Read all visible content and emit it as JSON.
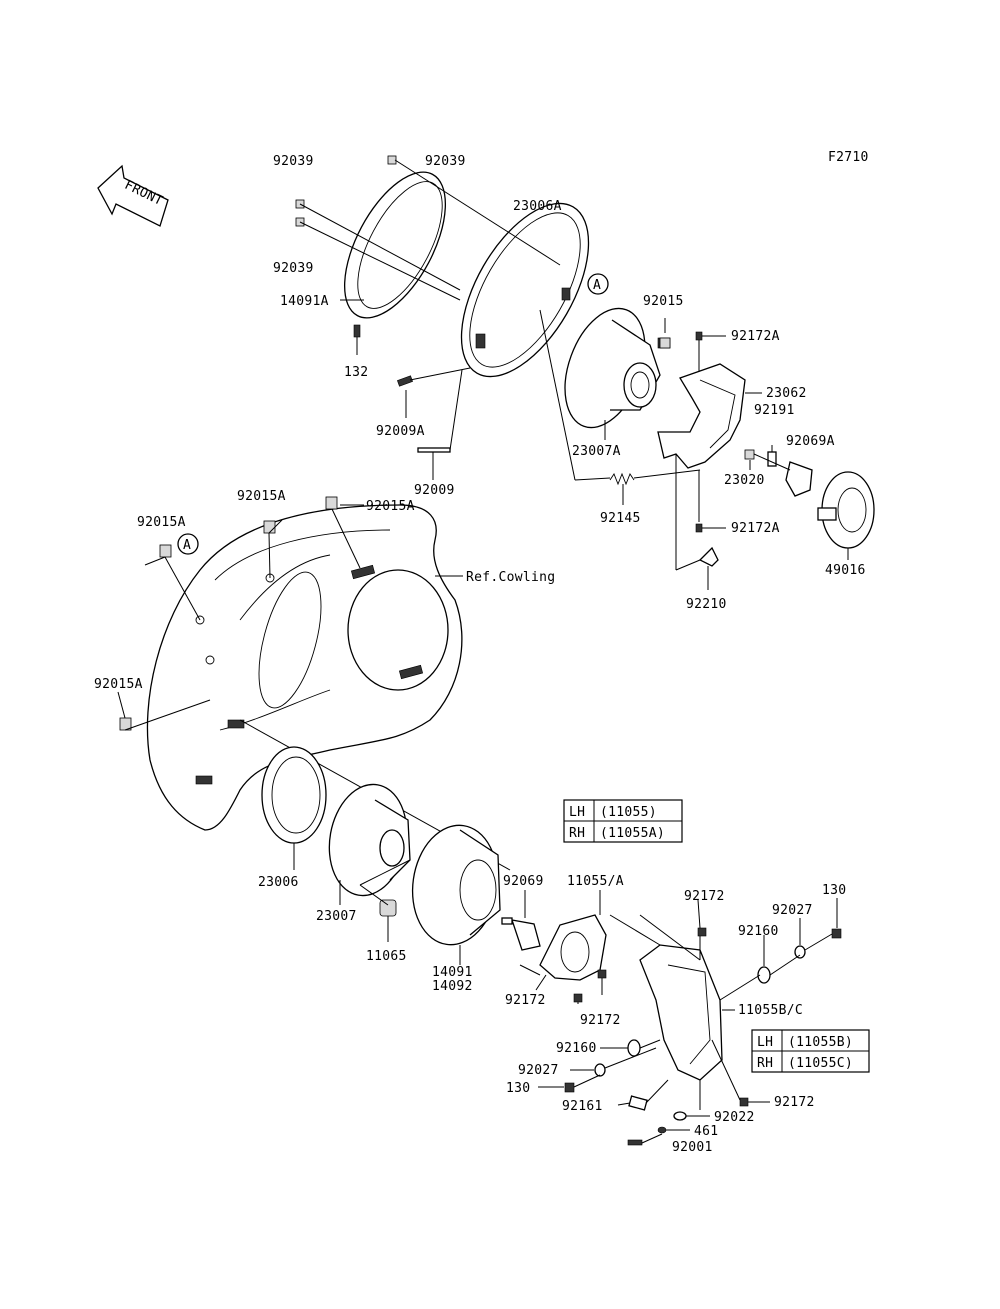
{
  "figure_code": "F2710",
  "front_arrow_text": "FRONT",
  "ref_marker": "A",
  "ref_cowling": "Ref.Cowling",
  "labels": {
    "l92039a": "92039",
    "l92039b": "92039",
    "l92039c": "92039",
    "l14091A": "14091A",
    "l132": "132",
    "l23006A": "23006A",
    "l92009A": "92009A",
    "l92009": "92009",
    "l92015": "92015",
    "l92172Aa": "92172A",
    "l23007A": "23007A",
    "l23062": "23062",
    "l92191": "92191",
    "l92069A": "92069A",
    "l23020": "23020",
    "l92145": "92145",
    "l92172Ab": "92172A",
    "l49016": "49016",
    "l92210": "92210",
    "l92015Aa": "92015A",
    "l92015Ab": "92015A",
    "l92015Ac": "92015A",
    "l92015Ad": "92015A",
    "l23006": "23006",
    "l23007": "23007",
    "l11065": "11065",
    "l14091": "14091",
    "l14092": "14092",
    "l92069": "92069",
    "l11055A": "11055/A",
    "l92172a": "92172",
    "l92172b": "92172",
    "l92172c": "92172",
    "l92172d": "92172",
    "l130a": "130",
    "l130b": "130",
    "l92027a": "92027",
    "l92027b": "92027",
    "l92160a": "92160",
    "l92160b": "92160",
    "l11055BC": "11055B/C",
    "l92161": "92161",
    "l92022": "92022",
    "l461": "461",
    "l92001": "92001"
  },
  "table_upper": {
    "rows": [
      {
        "side": "LH",
        "part": "(11055)"
      },
      {
        "side": "RH",
        "part": "(11055A)"
      }
    ]
  },
  "table_lower": {
    "rows": [
      {
        "side": "LH",
        "part": "(11055B)"
      },
      {
        "side": "RH",
        "part": "(11055C)"
      }
    ]
  }
}
